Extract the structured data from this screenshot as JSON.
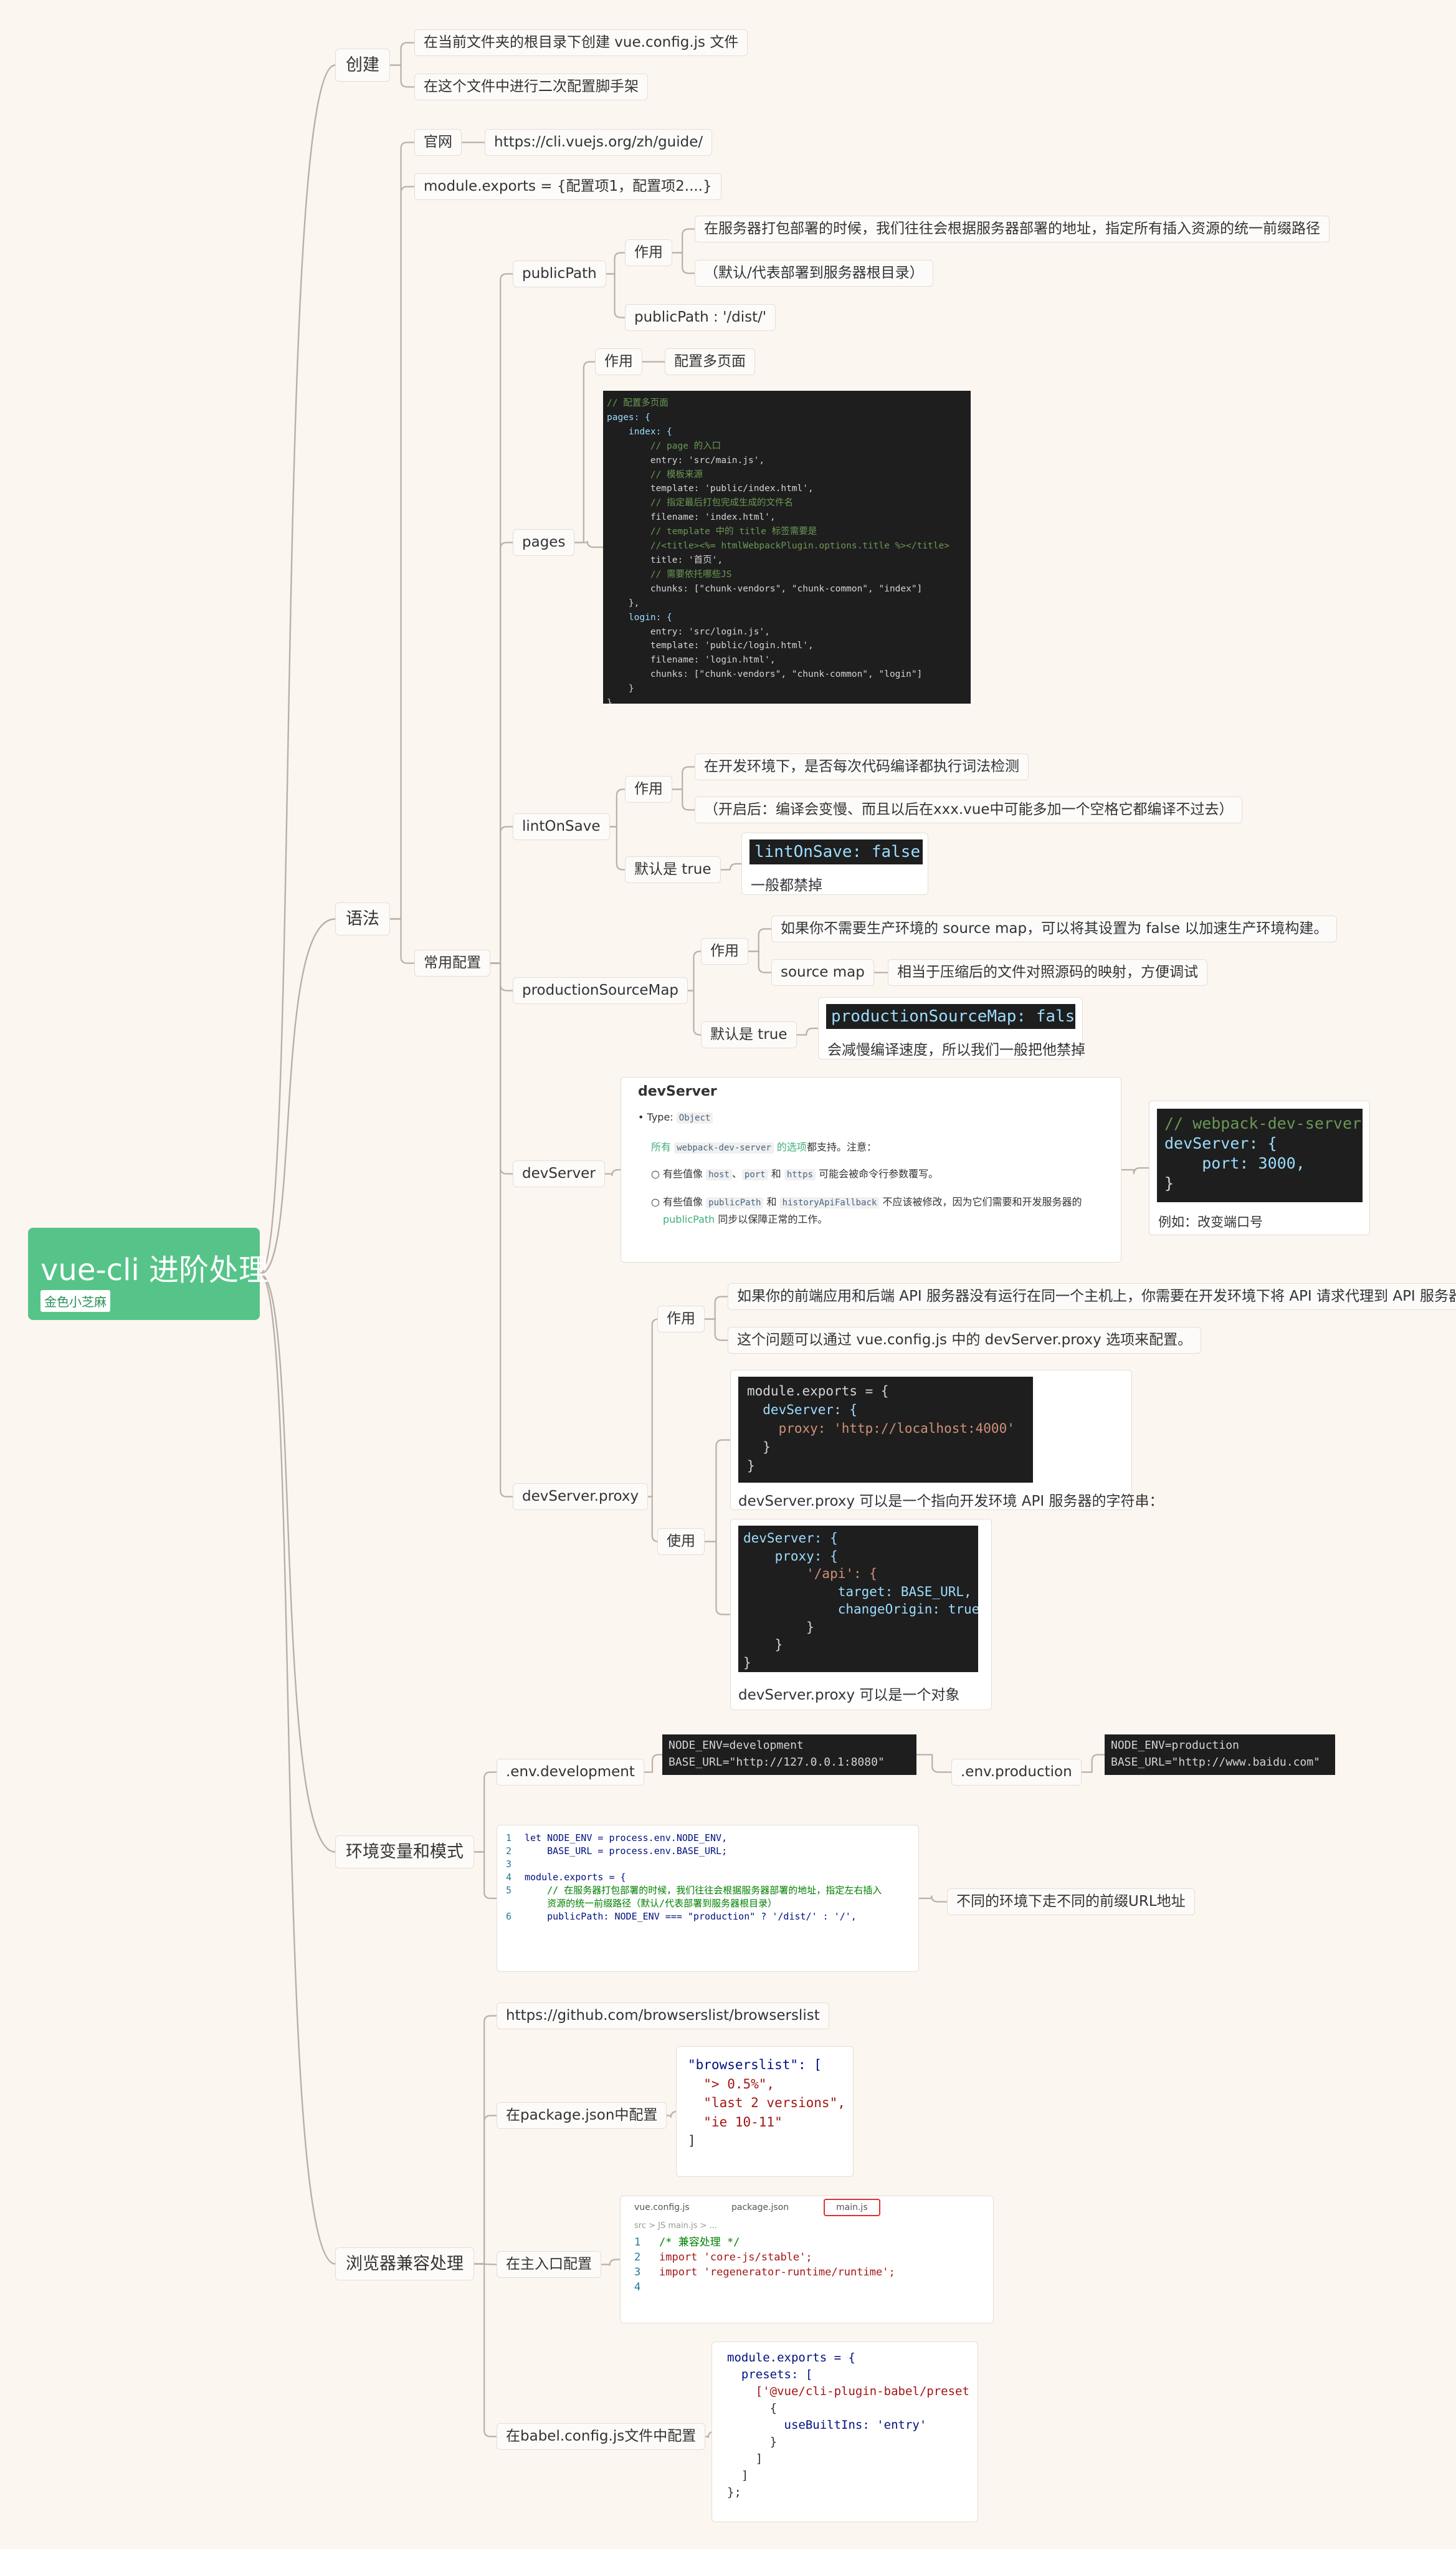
{
  "root": {
    "title": "vue-cli 进阶处理",
    "tag": "金色小芝麻"
  },
  "create": {
    "label": "创建",
    "items": [
      "在当前文件夹的根目录下创建 vue.config.js 文件",
      "在这个文件中进行二次配置脚手架"
    ]
  },
  "syntax": {
    "label": "语法",
    "official": {
      "label": "官网",
      "url": "https://cli.vuejs.org/zh/guide/"
    },
    "exports": "module.exports = {配置项1，配置项2....}",
    "common": {
      "label": "常用配置",
      "publicPath": {
        "label": "publicPath",
        "role": "作用",
        "desc": [
          "在服务器打包部署的时候，我们往往会根据服务器部署的地址，指定所有插入资源的统一前缀路径",
          "（默认/代表部署到服务器根目录）"
        ],
        "value": "publicPath : '/dist/'"
      },
      "pages": {
        "label": "pages",
        "role": "作用",
        "desc": "配置多页面",
        "code": [
          "// 配置多页面",
          "pages: {",
          "    index: {",
          "        // page 的入口",
          "        entry: 'src/main.js',",
          "        // 模板来源",
          "        template: 'public/index.html',",
          "        // 指定最后打包完成生成的文件名",
          "        filename: 'index.html',",
          "        // template 中的 title 标签需要是",
          "        //<title><%= htmlWebpackPlugin.options.title %></title>",
          "        title: '首页',",
          "        // 需要依托哪些JS",
          "        chunks: [\"chunk-vendors\", \"chunk-common\", \"index\"]",
          "    },",
          "    login: {",
          "        entry: 'src/login.js',",
          "        template: 'public/login.html',",
          "        filename: 'login.html',",
          "        chunks: [\"chunk-vendors\", \"chunk-common\", \"login\"]",
          "    }",
          "},"
        ]
      },
      "lintOnSave": {
        "label": "lintOnSave",
        "role": "作用",
        "desc": [
          "在开发环境下，是否每次代码编译都执行词法检测",
          "（开启后：编译会变慢、而且以后在xxx.vue中可能多加一个空格它都编译不过去）"
        ],
        "default_label": "默认是 true",
        "code": "lintOnSave: false,",
        "note": "一般都禁掉"
      },
      "productionSourceMap": {
        "label": "productionSourceMap",
        "role": "作用",
        "desc": "如果你不需要生产环境的 source map，可以将其设置为 false 以加速生产环境构建。",
        "sourcemap_label": "source map",
        "sourcemap_desc": "相当于压缩后的文件对照源码的映射，方便调试",
        "default_label": "默认是 true",
        "code": "productionSourceMap: false,",
        "note": "会减慢编译速度，所以我们一般把他禁掉"
      },
      "devServer": {
        "label": "devServer",
        "doc": {
          "title": "devServer",
          "type_label": "Type:",
          "type_value": "Object",
          "line1_pre": "所有",
          "line1_chip": "webpack-dev-server",
          "line1_post": "的选项",
          "line1_end": "都支持。注意：",
          "b1_pre": "有些值像",
          "b1_c1": "host",
          "b1_c2": "port",
          "b1_and": "和",
          "b1_c3": "https",
          "b1_post": "可能会被命令行参数覆写。",
          "b2_pre": "有些值像",
          "b2_c1": "publicPath",
          "b2_and": "和",
          "b2_c2": "historyApiFallback",
          "b2_post": "不应该被修改，因为它们需要和开发服务器的",
          "b2_link": "publicPath",
          "b2_end": "同步以保障正常的工作。"
        },
        "code": [
          "// webpack-dev-server",
          "devServer: {",
          "    port: 3000,",
          "}"
        ],
        "note": "例如：改变端口号"
      },
      "devServerProxy": {
        "label": "devServer.proxy",
        "role": "作用",
        "desc": [
          "如果你的前端应用和后端 API 服务器没有运行在同一个主机上，你需要在开发环境下将 API 请求代理到 API 服务器。",
          "这个问题可以通过 vue.config.js 中的 devServer.proxy 选项来配置。"
        ],
        "use": "使用",
        "code1": [
          "module.exports = {",
          "  devServer: {",
          "    proxy: 'http://localhost:4000'",
          "  }",
          "}"
        ],
        "note1": "devServer.proxy 可以是一个指向开发环境 API 服务器的字符串：",
        "code2": [
          "devServer: {",
          "    proxy: {",
          "        '/api': {",
          "            target: BASE_URL,",
          "            changeOrigin: true",
          "        }",
          "    }",
          "}"
        ],
        "note2": "devServer.proxy 可以是一个对象"
      }
    }
  },
  "env": {
    "label": "环境变量和模式",
    "dev_label": ".env.development",
    "dev_code": [
      "NODE_ENV=development",
      "BASE_URL=\"http://127.0.0.1:8080\""
    ],
    "prod_label": ".env.production",
    "prod_code": [
      "NODE_ENV=production",
      "BASE_URL=\"http://www.baidu.com\""
    ],
    "code_lines": [
      {
        "n": "1",
        "t": "let NODE_ENV = process.env.NODE_ENV,"
      },
      {
        "n": "2",
        "t": "    BASE_URL = process.env.BASE_URL;"
      },
      {
        "n": "3",
        "t": ""
      },
      {
        "n": "4",
        "t": "module.exports = {"
      },
      {
        "n": "5",
        "t": "    // 在服务器打包部署的时候，我们往往会根据服务器部署的地址，指定左右插入"
      },
      {
        "n": "",
        "t": "    资源的统一前缀路径（默认/代表部署到服务器根目录）"
      },
      {
        "n": "6",
        "t": "    publicPath: NODE_ENV === \"production\" ? '/dist/' : '/',"
      }
    ],
    "note": "不同的环境下走不同的前缀URL地址"
  },
  "browser": {
    "label": "浏览器兼容处理",
    "url": "https://github.com/browserslist/browserslist",
    "pkg_label": "在package.json中配置",
    "pkg_code": [
      "\"browserslist\": [",
      "  \"> 0.5%\",",
      "  \"last 2 versions\",",
      "  \"ie 10-11\"",
      "]"
    ],
    "main_label": "在主入口配置",
    "tabs": [
      "vue.config.js",
      "package.json",
      "main.js"
    ],
    "crumb": "src > JS main.js > ...",
    "main_code": [
      {
        "n": "1",
        "t": "/* 兼容处理 */"
      },
      {
        "n": "2",
        "t": "import 'core-js/stable';"
      },
      {
        "n": "3",
        "t": "import 'regenerator-runtime/runtime';"
      },
      {
        "n": "4",
        "t": ""
      }
    ],
    "babel_label": "在babel.config.js文件中配置",
    "babel_code": [
      "module.exports = {",
      "  presets: [",
      "    ['@vue/cli-plugin-babel/preset',",
      "      {",
      "        useBuiltIns: 'entry'",
      "      }",
      "    ]",
      "  ]",
      "};"
    ]
  }
}
